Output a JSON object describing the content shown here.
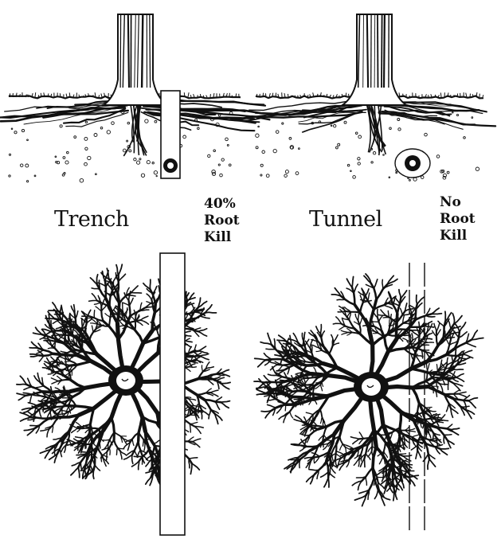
{
  "trench": {
    "title": "Trench",
    "stat_lines": [
      "40%",
      "Root",
      "Kill"
    ]
  },
  "tunnel": {
    "title": "Tunnel",
    "stat_lines": [
      "No",
      "Root",
      "Kill"
    ]
  },
  "colors": {
    "ink": "#111111",
    "paper": "#ffffff"
  }
}
